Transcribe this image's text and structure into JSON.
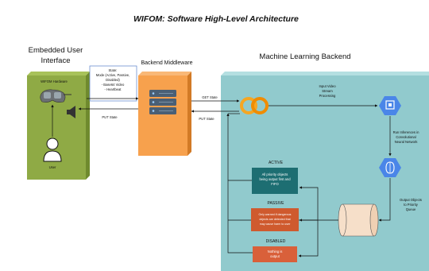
{
  "title": "WIFOM: Software High-Level Architecture",
  "sections": {
    "embedded": {
      "line1": "Embedded User",
      "line2": "Interface"
    },
    "middleware": "Backend Middleware",
    "ml": "Machine Learning Backend"
  },
  "embedded": {
    "hardware_label": "WIFOM Hardware",
    "user_label": "User"
  },
  "state_note": {
    "lines": [
      "State:",
      "Mode (Active, Passive,",
      "Disabled)",
      "- Base64 Video",
      "- Heartbeat"
    ]
  },
  "arrows": {
    "get_state": "GET State",
    "put_state_left": "PUT State",
    "put_state_right": "PUT State"
  },
  "ml": {
    "input_video": [
      "Input Video",
      "Stream",
      "Processing"
    ],
    "run_inferences": [
      "Run Inferences in",
      "Convolutional",
      "Neural Network"
    ],
    "output_objects": [
      "Output Objects",
      "to Priority",
      "Queue"
    ]
  },
  "modes": {
    "active": {
      "label": "ACTIVE",
      "text": [
        "All priority objects",
        "being output first and",
        "FIFO"
      ]
    },
    "passive": {
      "label": "PASSIVE",
      "text": [
        "Only warned if dangerous",
        "objects are detected that",
        "may cause harm to user"
      ]
    },
    "disabled": {
      "label": "DISABLED",
      "text": [
        "Nothing is",
        "output"
      ]
    }
  },
  "colors": {
    "embedded_panel": "#8faa45",
    "middleware_panel": "#f7a14d",
    "ml_panel": "#91cacd",
    "active_box": "#1d6e72",
    "passive_box": "#cf5a2e",
    "disabled_box": "#d9603a",
    "gcp_blue": "#4a86e8",
    "server": "#4a5f75"
  }
}
